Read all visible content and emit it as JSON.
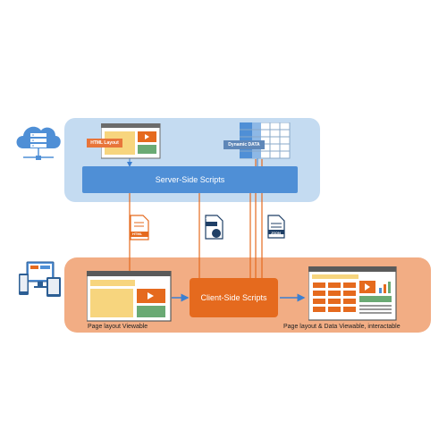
{
  "server": {
    "scripts_label": "Server-Side Scripts",
    "html_layout_label": "HTML Layout",
    "dynamic_data_label": "Dynamic DATA"
  },
  "client": {
    "scripts_label": "Client-Side Scripts",
    "page_layout_caption": "Page layout Viewable",
    "page_data_caption": "Page layout & Data Viewable, interactable"
  },
  "files": {
    "html_file_label": "HTML",
    "js_file_label": "JS",
    "json_file_label": "JSON"
  },
  "colors": {
    "server_panel": "#c4dbf1",
    "server_bar": "#4f8fd6",
    "client_panel": "#f2ad84",
    "client_box": "#e56a1e",
    "arrow_orange": "#e56a1e",
    "arrow_blue": "#3b7fd1"
  },
  "icons": [
    "cloud-server-icon",
    "devices-icon",
    "html-file-icon",
    "js-file-icon",
    "json-file-icon"
  ]
}
